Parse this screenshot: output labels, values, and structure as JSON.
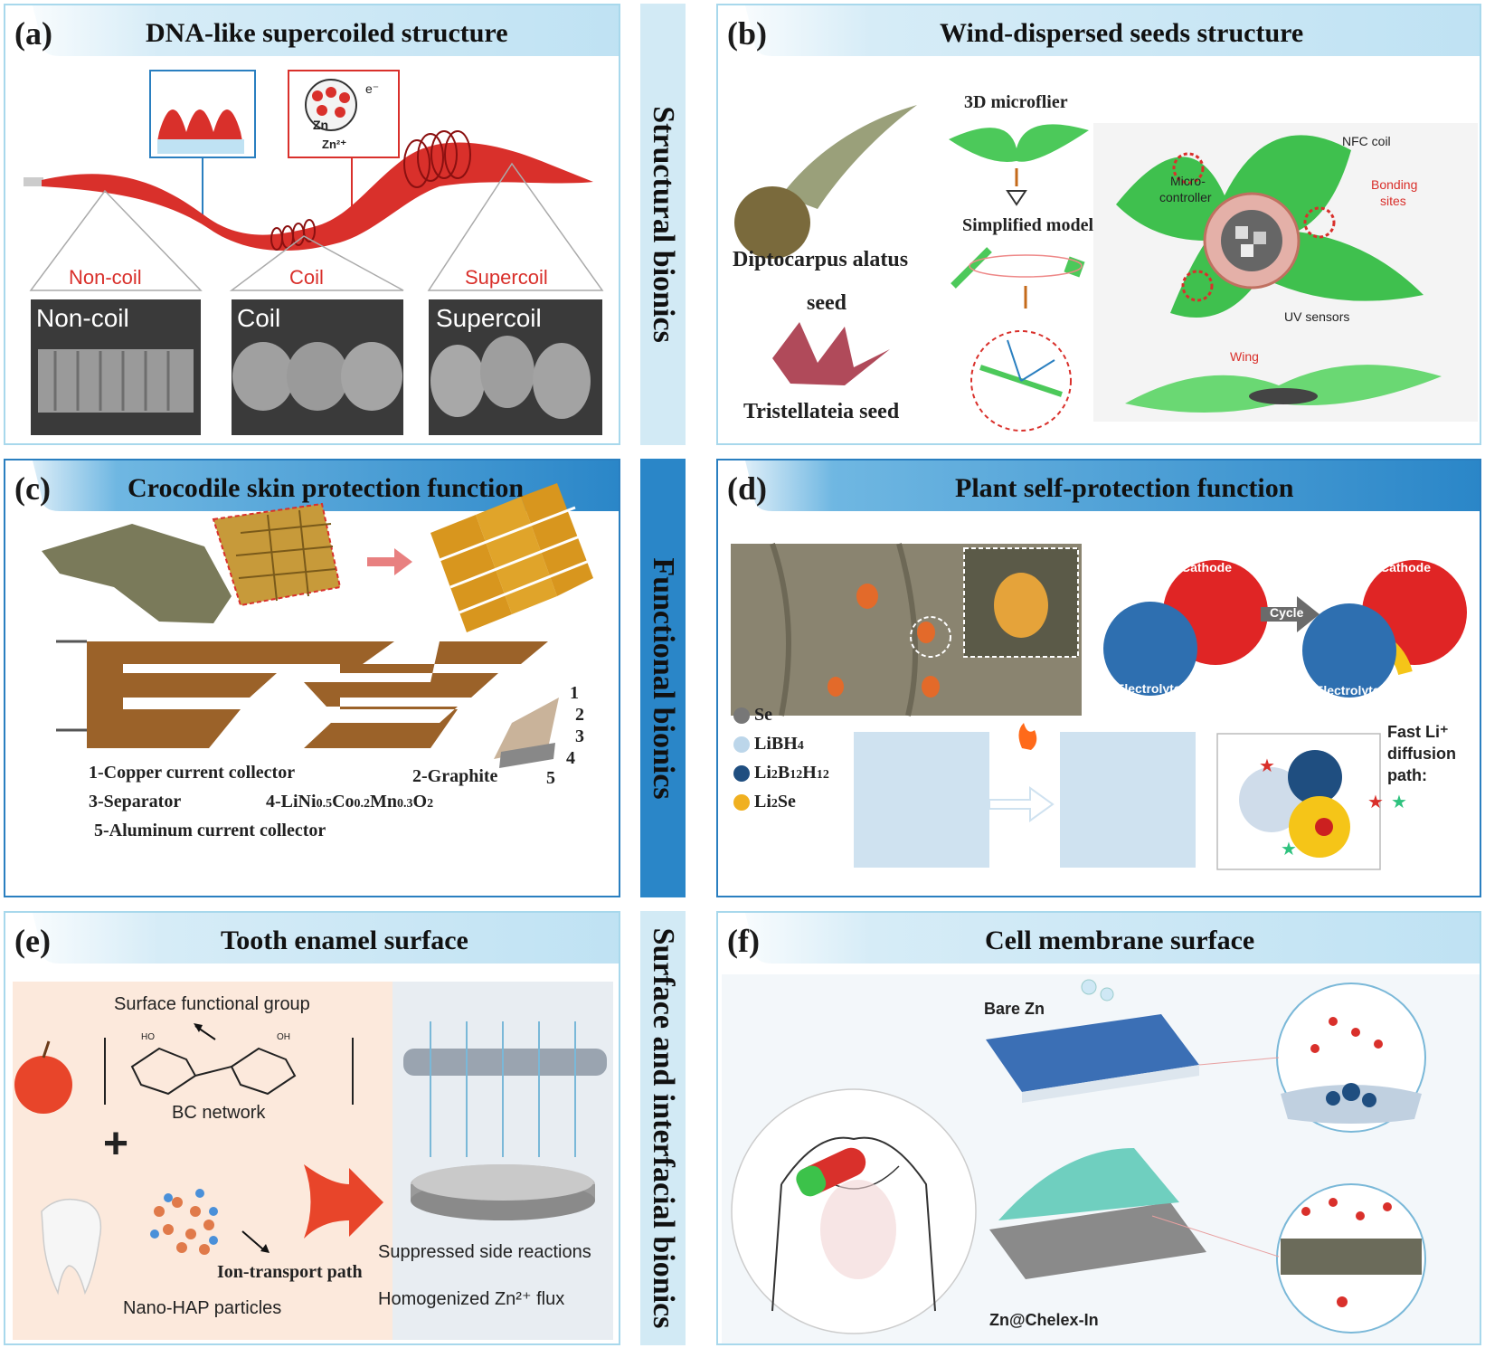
{
  "side_labels": [
    "Structural bionics",
    "Functional bionics",
    "Surface and interfacial bionics"
  ],
  "panels": {
    "a": {
      "label": "(a)",
      "title": "DNA-like supercoiled structure",
      "region_labels": [
        "Non-coil",
        "Coil",
        "Supercoil"
      ],
      "image_labels": [
        "Non-coil",
        "Coil",
        "Supercoil"
      ],
      "inset_labels": [
        "e⁻",
        "Zn",
        "Zn²⁺"
      ]
    },
    "b": {
      "label": "(b)",
      "title": "Wind-dispersed seeds structure",
      "seed1": [
        "Diptocarpus alatus",
        "seed"
      ],
      "seed2": "Tristellateia seed",
      "microflier": "3D microflier",
      "model": "Simplified model",
      "device_labels": {
        "nfc": "NFC coil",
        "micro": [
          "Micro-",
          "controller"
        ],
        "bonding": [
          "Bonding",
          "sites"
        ],
        "uv": "UV sensors",
        "wing": "Wing"
      }
    },
    "c": {
      "label": "(c)",
      "title": "Crocodile skin protection function",
      "numbers": [
        "1",
        "2",
        "3",
        "4",
        "5"
      ],
      "legend": {
        "l1": "1-Copper current collector",
        "l2": "2-Graphite",
        "l3": "3-Separator",
        "l4a": "4-LiNi",
        "l4b": "0.5",
        "l4c": "Co",
        "l4d": "0.2",
        "l4e": "Mn",
        "l4f": "0.3",
        "l4g": "O",
        "l4h": "2",
        "l5": "5-Aluminum current collector"
      }
    },
    "d": {
      "label": "(d)",
      "title": "Plant self-protection function",
      "cathode": "Cathode",
      "electrolyte": "Electrolyte",
      "cycle": "Cycle",
      "species": {
        "se": "Se",
        "libh": "LiBH",
        "libh_sub": "4",
        "li2b_a": "Li",
        "li2b_b": "2",
        "li2b_c": "B",
        "li2b_d": "12",
        "li2b_e": "H",
        "li2b_f": "12",
        "li2se_a": "Li",
        "li2se_b": "2",
        "li2se_c": "Se"
      },
      "fast": [
        "Fast Li⁺",
        "diffusion",
        "path:"
      ]
    },
    "e": {
      "label": "(e)",
      "title": "Tooth enamel surface",
      "sfg": "Surface functional group",
      "bc": "BC network",
      "plus": "+",
      "hap": "Nano-HAP particles",
      "ion": "Ion-transport path",
      "suppressed": "Suppressed side reactions",
      "homog": "Homogenized Zn²⁺ flux",
      "ho": "HO",
      "oh": "OH"
    },
    "f": {
      "label": "(f)",
      "title": "Cell membrane surface",
      "bare": "Bare Zn",
      "chelex": "Zn@Chelex-In"
    }
  },
  "colors": {
    "accent_light": "#a8d8ec",
    "accent_dark": "#2a7fc0",
    "coil_red": "#d9302b",
    "brown": "#8b5a2b",
    "green": "#3cc24a"
  }
}
